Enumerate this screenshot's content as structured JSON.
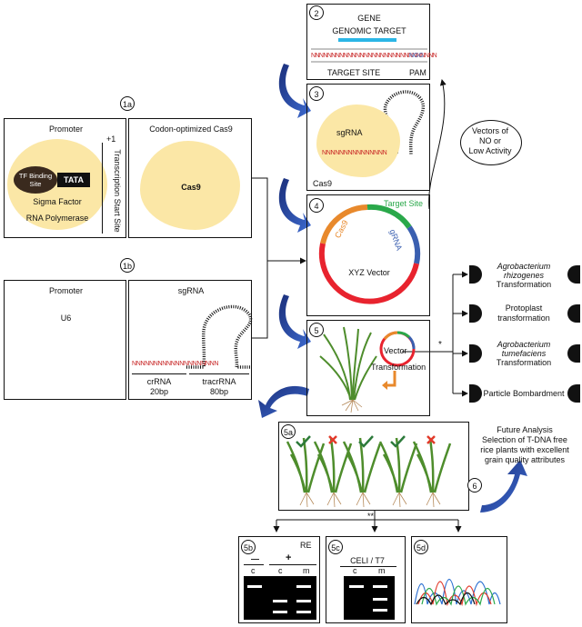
{
  "steps": {
    "s1a": "1a",
    "s1b": "1b",
    "s2": "2",
    "s3": "3",
    "s4": "4",
    "s5": "5",
    "s5a": "5a",
    "s5b": "5b",
    "s5c": "5c",
    "s5d": "5d",
    "s6": "6"
  },
  "box1a": {
    "title": "Promoter",
    "plus1": "+1",
    "tss": "Transcription Start Site",
    "tf": "TF Binding Site",
    "tata": "TATA",
    "sigma": "Sigma Factor",
    "rnap": "RNA Polymerase"
  },
  "cas9box": {
    "title": "Codon-optimized Cas9",
    "label": "Cas9"
  },
  "box1b": {
    "title": "Promoter",
    "u6": "U6"
  },
  "sgrnabox": {
    "title": "sgRNA",
    "seq": "NNNNNNNNNNNNNNNNNNNN",
    "crrna": "crRNA",
    "crrna_len": "20bp",
    "tracr": "tracrRNA",
    "tracr_len": "80bp"
  },
  "box2": {
    "gene": "GENE",
    "target": "GENOMIC TARGET",
    "seq": "NNNNNNNNNNNNNNNNNNNNNNNNNNNNNNN",
    "pam_seq": "NGG",
    "site": "TARGET SITE",
    "pam": "PAM"
  },
  "box3": {
    "sgrna": "sgRNA",
    "seq": "NNNNNNNNNNNNNNN",
    "cas9": "Cas9"
  },
  "vectors_note": {
    "line1": "Vectors of",
    "line2": "NO or",
    "line3": "Low Activity"
  },
  "box4": {
    "target": "Target Site",
    "cas9": "Cas9",
    "sgrna": "gRNA",
    "vector": "XYZ Vector"
  },
  "box5": {
    "vector": "Vector",
    "transformation": "Transformation"
  },
  "methods": [
    {
      "line1": "Agrobacterium",
      "line2": "rhizogenes",
      "line3": "Transformation",
      "italic": true
    },
    {
      "line1": "Protoplast",
      "line2": "transformation",
      "line3": "",
      "italic": false
    },
    {
      "line1": "Agrobacterium",
      "line2": "tumefaciens",
      "line3": "Transformation",
      "italic": true
    },
    {
      "line1": "Particle Bombardment",
      "line2": "",
      "line3": "",
      "italic": false
    }
  ],
  "star1": "*",
  "star2": "**",
  "future": {
    "l1": "Future Analysis",
    "l2": "Selection of T-DNA free",
    "l3": "rice plants with excellent",
    "l4": "grain quality attributes"
  },
  "gel_re": {
    "title": "RE",
    "minus": "—",
    "plus": "+",
    "c1": "c",
    "c2": "c",
    "m": "m"
  },
  "gel_celi": {
    "title": "CELI / T7",
    "c": "c",
    "m": "m"
  },
  "colors": {
    "blob": "#fbe7a6",
    "arrow_blue": "#1f3e8f",
    "cas9_orange": "#e8892c",
    "target_green": "#2aa84a",
    "grna_blue": "#3a5fb0",
    "vector_red": "#e8232e",
    "cyan": "#2bb6e6",
    "seq_red": "#c62020",
    "check_green": "#2c7a3a",
    "cross_red": "#e23a2a"
  }
}
